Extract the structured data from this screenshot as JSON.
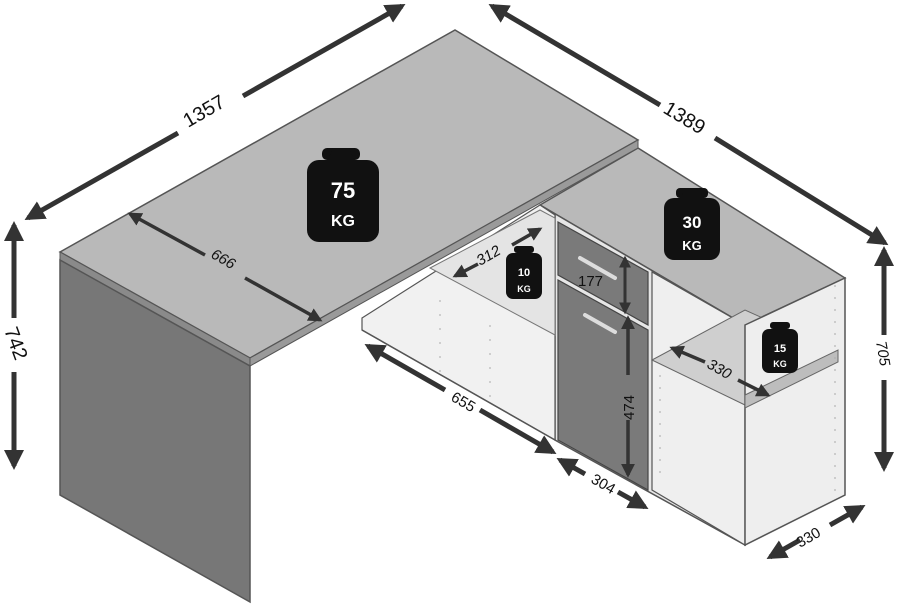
{
  "dimensions": {
    "total_width": "1357",
    "total_depth": "1389",
    "desk_height": "742",
    "cabinet_height": "705",
    "desk_top_depth": "666",
    "shelf_depth": "312",
    "drawer_height": "177",
    "door_height": "474",
    "bottom_shelf_width": "655",
    "door_width": "304",
    "open_shelf_width": "330",
    "side_depth": "330"
  },
  "loads": {
    "desk_top": {
      "value": "75",
      "unit": "KG"
    },
    "cabinet_top": {
      "value": "30",
      "unit": "KG"
    },
    "shelf": {
      "value": "10",
      "unit": "KG"
    },
    "side_shelf": {
      "value": "15",
      "unit": "KG"
    }
  },
  "colors": {
    "top": "#b9b9b9",
    "side": "#777777",
    "front": "#7a7a7a",
    "inner": "#e2e2e2",
    "edge": "#555555",
    "arrow": "#333333",
    "weight": "#111111"
  }
}
